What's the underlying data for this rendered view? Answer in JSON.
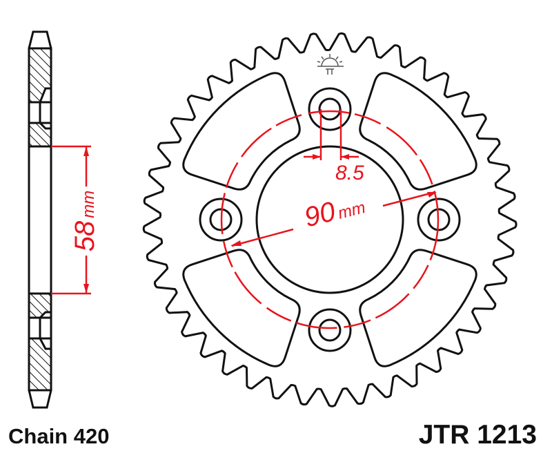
{
  "title": "JTR 1213",
  "chain": "Chain 420",
  "dimensions": {
    "bore_value": "58",
    "bore_unit": "mm",
    "pcd_value": "90",
    "pcd_unit": "mm",
    "bolt_hole": "8.5"
  },
  "colors": {
    "outline": "#111111",
    "dimension": "#e8141c"
  }
}
